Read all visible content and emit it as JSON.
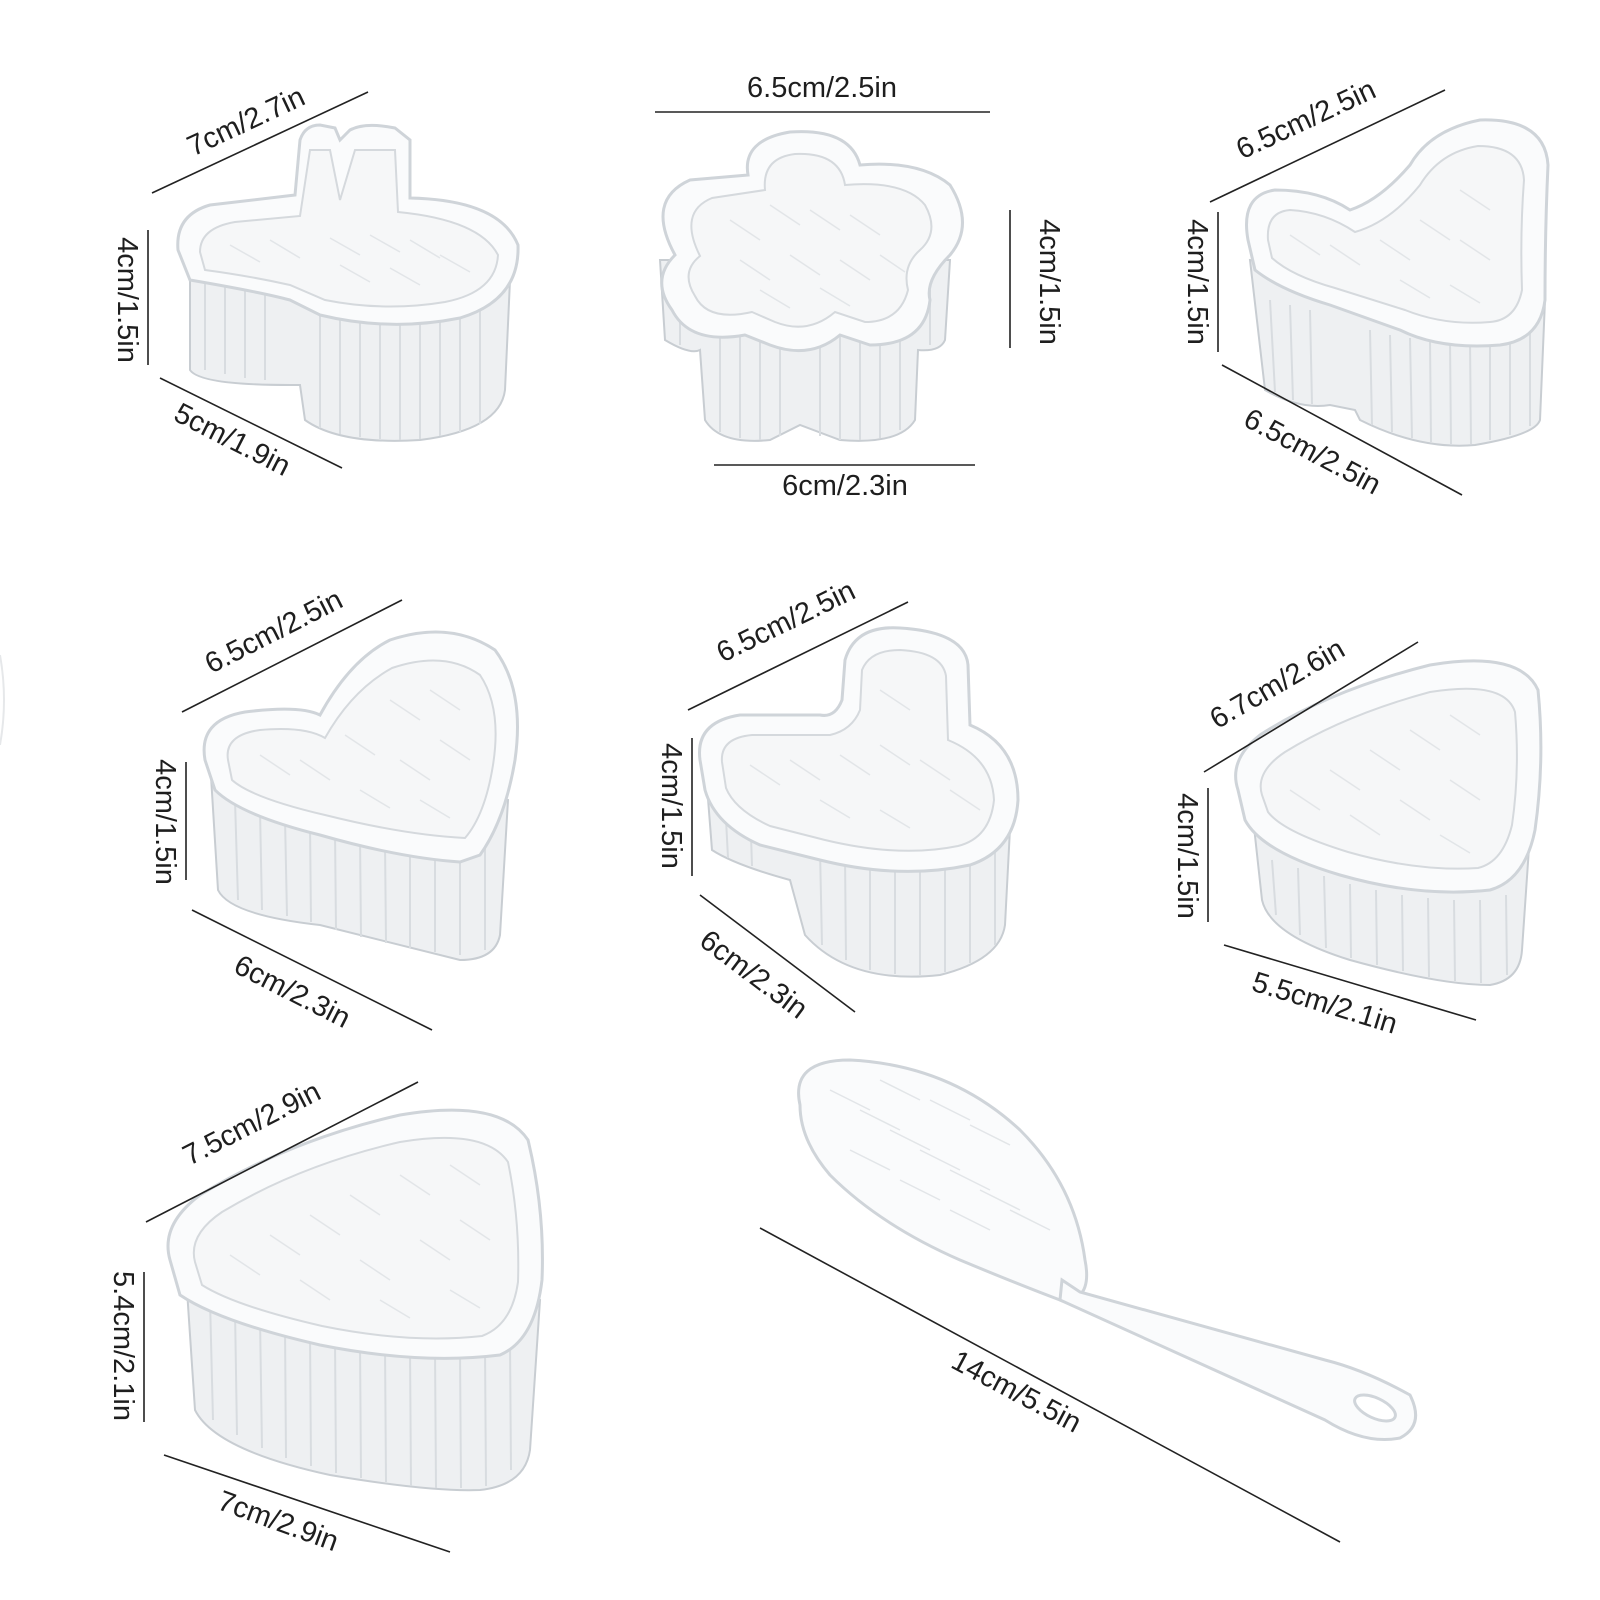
{
  "molds": [
    {
      "name": "bunny",
      "dims": {
        "top": "7cm/2.7in",
        "height": "4cm/1.5in",
        "bottom": "5cm/1.9in"
      }
    },
    {
      "name": "flower",
      "dims": {
        "top": "6.5cm/2.5in",
        "height": "4cm/1.5in",
        "bottom": "6cm/2.3in"
      }
    },
    {
      "name": "fish",
      "dims": {
        "top": "6.5cm/2.5in",
        "height": "4cm/1.5in",
        "bottom": "6.5cm/2.5in"
      }
    },
    {
      "name": "heart",
      "dims": {
        "top": "6.5cm/2.5in",
        "height": "4cm/1.5in",
        "bottom": "6cm/2.3in"
      }
    },
    {
      "name": "bear",
      "dims": {
        "top": "6.5cm/2.5in",
        "height": "4cm/1.5in",
        "bottom": "6cm/2.3in"
      }
    },
    {
      "name": "small-triangle",
      "dims": {
        "top": "6.7cm/2.6in",
        "height": "4cm/1.5in",
        "bottom": "5.5cm/2.1in"
      }
    },
    {
      "name": "large-triangle",
      "dims": {
        "top": "7.5cm/2.9in",
        "height": "5.4cm/2.1in",
        "bottom": "7cm/2.9in"
      }
    }
  ],
  "spoon": {
    "name": "rice-paddle",
    "length": "14cm/5.5in"
  }
}
